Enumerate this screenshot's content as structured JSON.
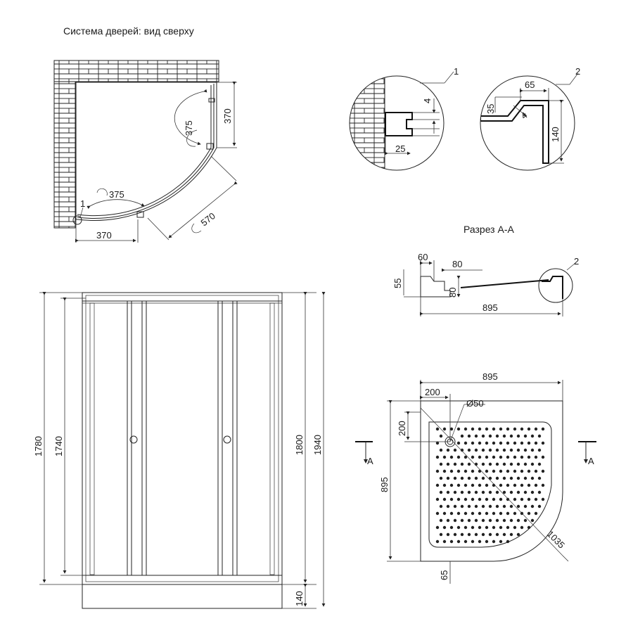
{
  "top_view": {
    "title": "Система дверей: вид сверху",
    "dim_door_vertical": "370",
    "dim_arc_vertical": "375",
    "dim_arc_horizontal": "375",
    "dim_door_horizontal": "370",
    "dim_diagonal": "570",
    "callout": "1"
  },
  "detail_1": {
    "callout": "1",
    "dim_thickness": "4",
    "dim_width": "25"
  },
  "detail_2": {
    "callout": "2",
    "dim_top": "65",
    "dim_left": "35",
    "dim_thickness": "4",
    "dim_height": "140"
  },
  "section": {
    "title": "Разрез А-А",
    "dim_60": "60",
    "dim_80_h": "80",
    "dim_55": "55",
    "dim_80_v": "80",
    "dim_895": "895",
    "callout": "2"
  },
  "front_view": {
    "dim_1780": "1780",
    "dim_1740": "1740",
    "dim_1800": "1800",
    "dim_1940": "1940",
    "dim_140": "140"
  },
  "tray_plan": {
    "dim_width": "895",
    "dim_200_h": "200",
    "dim_200_v": "200",
    "dim_drain": "Ø50",
    "dim_depth": "895",
    "dim_diagonal": "1035",
    "dim_65": "65",
    "section_mark_left": "A",
    "section_mark_right": "A"
  }
}
